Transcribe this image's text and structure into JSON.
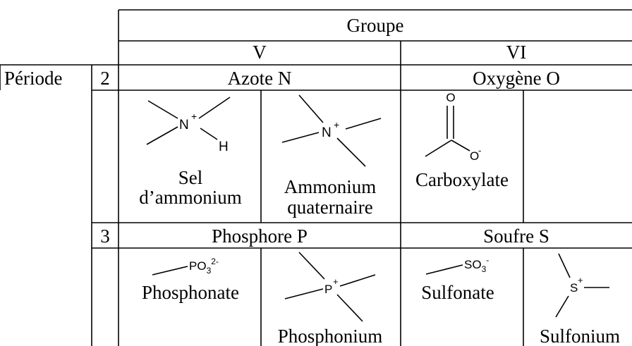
{
  "header": {
    "groupe": "Groupe",
    "group_v": "V",
    "group_vi": "VI",
    "periode": "Période"
  },
  "period2": {
    "number": "2",
    "element_n": "Azote N",
    "element_o": "Oxygène O",
    "sel_line1": "Sel",
    "sel_line2": "d’ammonium",
    "ammonium_line1": "Ammonium",
    "ammonium_line2": "quaternaire",
    "carboxylate": "Carboxylate",
    "atoms": {
      "n": "N",
      "plus": "+",
      "h": "H",
      "o": "O",
      "minus": "-"
    }
  },
  "period3": {
    "number": "3",
    "element_p": "Phosphore P",
    "element_s": "Soufre S",
    "phosphonate": "Phosphonate",
    "phosphonium": "Phosphonium",
    "sulfonate": "Sulfonate",
    "sulfonium": "Sulfonium",
    "atoms": {
      "po": "PO",
      "po_sub": "3",
      "po_charge": "2-",
      "p": "P",
      "so": "SO",
      "so_sub": "3",
      "so_charge": "-",
      "s": "S",
      "plus": "+"
    }
  }
}
